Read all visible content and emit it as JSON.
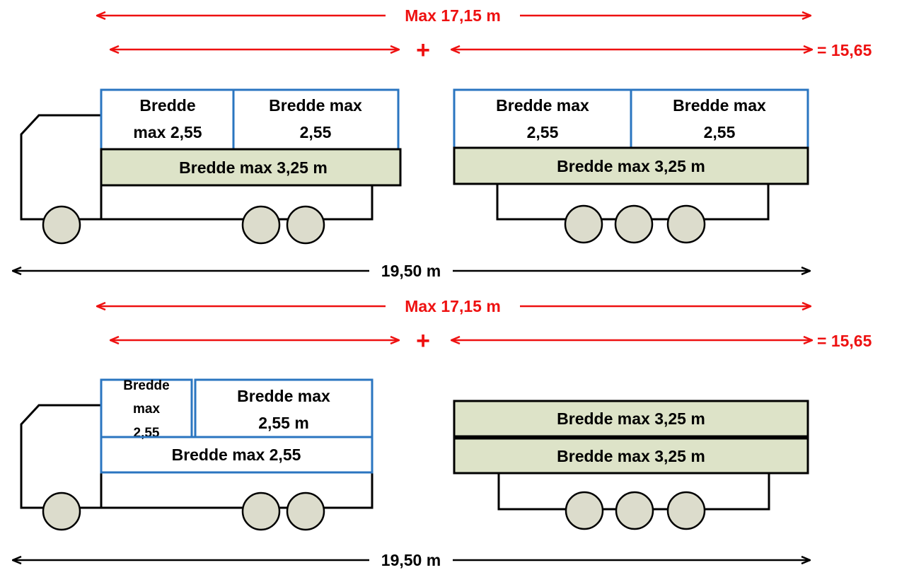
{
  "colors": {
    "dimension_red": "#ee1111",
    "dimension_black": "#000000",
    "box_blue": "#2a75c0",
    "green_fill": "#dde3c8",
    "wheel_fill": "#dcdccc",
    "outline": "#000000"
  },
  "top_section": {
    "max_length_label": "Max 17,15 m",
    "plus_sign": "+",
    "sum_label": "= 15,65",
    "truck": {
      "box_left_line1": "Bredde",
      "box_left_line2": "max 2,55",
      "box_right_line1": "Bredde max",
      "box_right_line2": "2,55",
      "platform_label": "Bredde max 3,25 m"
    },
    "trailer": {
      "box_left_line1": "Bredde max",
      "box_left_line2": "2,55",
      "box_right_line1": "Bredde max",
      "box_right_line2": "2,55",
      "platform_label": "Bredde max 3,25 m"
    },
    "total_length_label": "19,50 m"
  },
  "bottom_section": {
    "max_length_label": "Max 17,15 m",
    "plus_sign": "+",
    "sum_label": "= 15,65",
    "truck": {
      "box_small_line1": "Bredde",
      "box_small_line2": "max",
      "box_small_line3": "2,55",
      "box_right_line1": "Bredde max",
      "box_right_line2": "2,55 m",
      "lower_box_label": "Bredde max 2,55"
    },
    "trailer": {
      "platform_top_label": "Bredde max 3,25 m",
      "platform_bottom_label": "Bredde max 3,25 m"
    },
    "total_length_label": "19,50 m"
  }
}
